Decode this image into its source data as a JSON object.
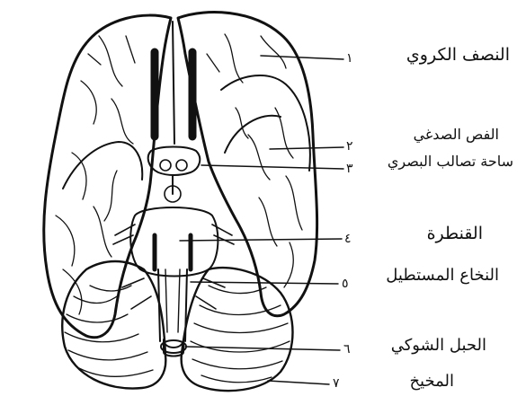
{
  "diagram": {
    "labels": [
      {
        "id": "1",
        "number": "١",
        "text": "النصف الكروي"
      },
      {
        "id": "2",
        "number": "٢",
        "text": "الفص الصدغي"
      },
      {
        "id": "3",
        "number": "٣",
        "text": "ساحة تصالب البصري"
      },
      {
        "id": "4",
        "number": "٤",
        "text": "القنطرة"
      },
      {
        "id": "5",
        "number": "٥",
        "text": "النخاع المستطيل"
      },
      {
        "id": "6",
        "number": "٦",
        "text": "الحبل الشوكي"
      },
      {
        "id": "7",
        "number": "٧",
        "text": "المخيخ"
      }
    ]
  },
  "colors": {
    "ink": "#111111",
    "paper": "#ffffff"
  }
}
